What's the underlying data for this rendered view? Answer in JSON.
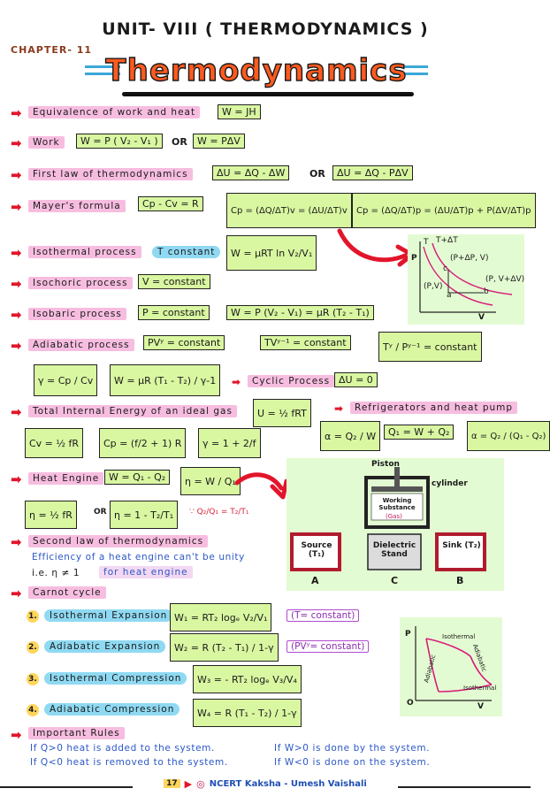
{
  "header": {
    "unit": "UNIT- VIII ( THERMODYNAMICS )",
    "chapter": "CHAPTER- 11",
    "title": "Thermodynamics"
  },
  "rows": {
    "equivalence": {
      "label": "Equivalence of work and heat",
      "formula": "W = JH"
    },
    "work": {
      "label": "Work",
      "f1": "W = P ( V₂ - V₁ )",
      "or": "OR",
      "f2": "W = PΔV"
    },
    "first_law": {
      "label": "First law of thermodynamics",
      "f1": "ΔU = ΔQ - ΔW",
      "or": "OR",
      "f2": "ΔU = ΔQ - PΔV"
    },
    "mayer": {
      "label": "Mayer's formula",
      "f1": "Cp - Cv = R",
      "f2": "Cp = (ΔQ/ΔT)v = (ΔU/ΔT)v",
      "f3": "Cp = (ΔQ/ΔT)p = (ΔU/ΔT)p + P(ΔV/ΔT)p"
    },
    "isothermal": {
      "label": "Isothermal process",
      "tag": "T constant",
      "formula": "W = μRT ln V₂/V₁"
    },
    "isochoric": {
      "label": "Isochoric process",
      "formula": "V = constant"
    },
    "isobaric": {
      "label": "Isobaric process",
      "f1": "P = constant",
      "f2": "W = P (V₂ - V₁) = μR (T₂ - T₁)"
    },
    "adiabatic": {
      "label": "Adiabatic process",
      "f1": "PVʸ = constant",
      "f2": "TVʸ⁻¹ = constant",
      "f3": "Tʸ / Pʸ⁻¹ = constant"
    },
    "gamma": {
      "f1": "γ = Cp / Cv",
      "f2": "W = μR (T₁ - T₂) / γ-1"
    },
    "cyclic": {
      "label": "Cyclic Process",
      "formula": "ΔU = 0"
    },
    "internal": {
      "label": "Total Internal Energy of an ideal gas",
      "formula": "U = ½ fRT"
    },
    "fridge": {
      "label": "Refrigerators and heat pump",
      "f1": "α = Q₂ / W",
      "f2": "Q₁ = W + Q₂",
      "f3": "α = Q₂ / (Q₁ - Q₂)"
    },
    "capacities": {
      "f1": "Cv = ½ fR",
      "f2": "Cp = (f/2 + 1) R",
      "f3": "γ = 1 + 2/f"
    },
    "heat_engine": {
      "label": "Heat Engine",
      "f1": "W = Q₁ - Q₂",
      "f2": "η = W / Q₁",
      "f3": "η = ½ fR",
      "or": "OR",
      "f4": "η = 1 - T₂/T₁",
      "note": "∵ Q₂/Q₁ = T₂/T₁"
    },
    "second_law": {
      "label": "Second law of thermodynamics",
      "line1": "Efficiency of a heat engine can't be unity",
      "line2": "i.e.  η ≠ 1",
      "line2b": "for heat engine"
    },
    "carnot": {
      "label": "Carnot cycle",
      "steps": [
        {
          "n": "1.",
          "name": "Isothermal Expansion",
          "formula": "W₁ = RT₂ logₑ V₂/V₁",
          "note": "(T= constant)"
        },
        {
          "n": "2.",
          "name": "Adiabatic Expansion",
          "formula": "W₂ = R (T₂ - T₁) / 1-γ",
          "note": "(PVʸ= constant)"
        },
        {
          "n": "3.",
          "name": "Isothermal Compression",
          "formula": "W₃ = - RT₂ logₑ V₃/V₄",
          "note": ""
        },
        {
          "n": "4.",
          "name": "Adiabatic Compression",
          "formula": "W₄ = R (T₁ - T₂) / 1-γ",
          "note": ""
        }
      ]
    },
    "rules": {
      "label": "Important Rules",
      "r1": "If Q>0 heat is added to the system.",
      "r2": "If Q<0 heat is removed to the system.",
      "r3": "If W>0 is done by the system.",
      "r4": "If W<0 is done on the system."
    }
  },
  "graph1": {
    "p": "P",
    "v": "V",
    "t": "T",
    "tdt": "T+ΔT",
    "c": "c",
    "a": "a",
    "b": "b",
    "cl": "(P+ΔP, V)",
    "al": "(P,V)",
    "bl": "(P, V+ΔV)"
  },
  "engine": {
    "piston": "Piston",
    "cylinder": "cylinder",
    "working": "Working Substance",
    "gas": "(Gas)",
    "source": "Source (T₁)",
    "stand": "Dielectric Stand",
    "sink": "Sink (T₂)",
    "a": "A",
    "c": "C",
    "b": "B"
  },
  "graph2": {
    "p": "P",
    "o": "O",
    "v": "V",
    "iso1": "Isothermal",
    "iso2": "Isothermal",
    "ad1": "Adiabatic",
    "ad2": "Adiabatic"
  },
  "footer": {
    "page": "17",
    "brand": "NCERT Kaksha - Umesh Vaishali"
  },
  "colors": {
    "accent": "#ff5a1f",
    "box": "#d9f7a1",
    "pink": "#f7bde0",
    "blue": "#8fd9f2",
    "arrow": "#e2152b"
  }
}
